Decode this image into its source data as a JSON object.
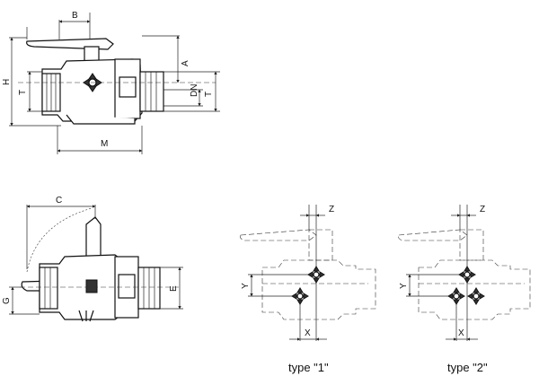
{
  "dimension_labels": {
    "b": "B",
    "h": "H",
    "t_left": "T",
    "a": "A",
    "dn": "DN",
    "t_right": "T",
    "m": "M",
    "c": "C",
    "g": "G",
    "e": "E",
    "z1": "Z",
    "y1": "Y",
    "x1": "X",
    "z2": "Z",
    "y2": "Y",
    "x2": "X"
  },
  "captions": {
    "type1": "type \"1\"",
    "type2": "type \"2\""
  }
}
